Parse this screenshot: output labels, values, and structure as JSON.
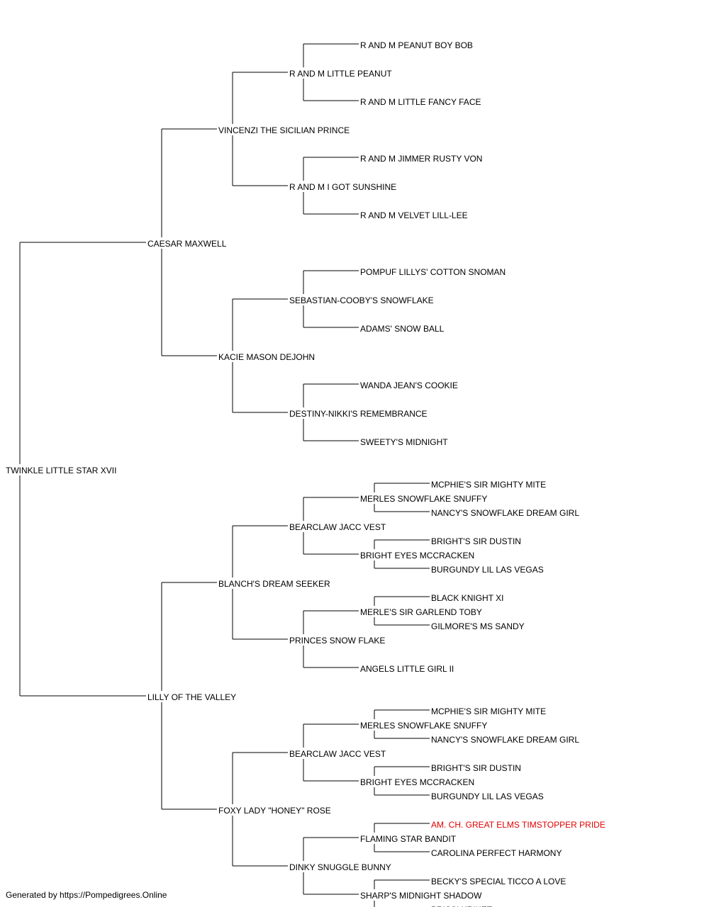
{
  "pedigree": {
    "name": "TWINKLE LITTLE STAR XVII",
    "sire": {
      "name": "CAESAR MAXWELL",
      "sire": {
        "name": "VINCENZI THE SICILIAN PRINCE",
        "sire": {
          "name": "R AND M LITTLE PEANUT",
          "sire": {
            "name": "R AND M PEANUT BOY BOB"
          },
          "dam": {
            "name": "R AND M LITTLE FANCY FACE"
          }
        },
        "dam": {
          "name": "R AND M I GOT SUNSHINE",
          "sire": {
            "name": "R AND M JIMMER RUSTY VON"
          },
          "dam": {
            "name": "R AND M VELVET LILL-LEE"
          }
        }
      },
      "dam": {
        "name": "KACIE MASON DEJOHN",
        "sire": {
          "name": "SEBASTIAN-COOBY'S SNOWFLAKE",
          "sire": {
            "name": "POMPUF LILLYS' COTTON SNOMAN"
          },
          "dam": {
            "name": "ADAMS' SNOW BALL"
          }
        },
        "dam": {
          "name": "DESTINY-NIKKI'S REMEMBRANCE",
          "sire": {
            "name": "WANDA JEAN'S COOKIE"
          },
          "dam": {
            "name": "SWEETY'S MIDNIGHT"
          }
        }
      }
    },
    "dam": {
      "name": "LILLY OF THE VALLEY",
      "sire": {
        "name": "BLANCH'S DREAM SEEKER",
        "sire": {
          "name": "BEARCLAW JACC VEST",
          "sire": {
            "name": "MERLES SNOWFLAKE SNUFFY",
            "sire": {
              "name": "MCPHIE'S SIR MIGHTY MITE"
            },
            "dam": {
              "name": "NANCY'S SNOWFLAKE DREAM GIRL"
            }
          },
          "dam": {
            "name": "BRIGHT EYES MCCRACKEN",
            "sire": {
              "name": "BRIGHT'S SIR DUSTIN"
            },
            "dam": {
              "name": "BURGUNDY LIL LAS VEGAS"
            }
          }
        },
        "dam": {
          "name": "PRINCES SNOW FLAKE",
          "sire": {
            "name": "MERLE'S SIR GARLEND TOBY",
            "sire": {
              "name": "BLACK KNIGHT XI"
            },
            "dam": {
              "name": "GILMORE'S MS SANDY"
            }
          },
          "dam": {
            "name": "ANGELS LITTLE GIRL II"
          }
        }
      },
      "dam": {
        "name": "FOXY LADY \"HONEY\" ROSE",
        "sire": {
          "name": "BEARCLAW JACC VEST",
          "sire": {
            "name": "MERLES SNOWFLAKE SNUFFY",
            "sire": {
              "name": "MCPHIE'S SIR MIGHTY MITE"
            },
            "dam": {
              "name": "NANCY'S SNOWFLAKE DREAM GIRL"
            }
          },
          "dam": {
            "name": "BRIGHT EYES MCCRACKEN",
            "sire": {
              "name": "BRIGHT'S SIR DUSTIN"
            },
            "dam": {
              "name": "BURGUNDY LIL LAS VEGAS"
            }
          }
        },
        "dam": {
          "name": "DINKY SNUGGLE BUNNY",
          "sire": {
            "name": "FLAMING STAR BANDIT",
            "sire": {
              "name": "AM. CH. GREAT ELMS TIMSTOPPER PRIDE",
              "highlight": true
            },
            "dam": {
              "name": "CAROLINA PERFECT HARMONY"
            }
          },
          "dam": {
            "name": "SHARP'S MIDNIGHT SHADOW",
            "sire": {
              "name": "BECKY'S SPECIAL TICCO A LOVE"
            },
            "dam": {
              "name": "PRISSI KRIKET"
            }
          }
        }
      }
    }
  },
  "colors": {
    "text": "#000000",
    "highlight": "#e00000",
    "line": "#000000"
  },
  "footer": "Generated by https://Pompedigrees.Online"
}
